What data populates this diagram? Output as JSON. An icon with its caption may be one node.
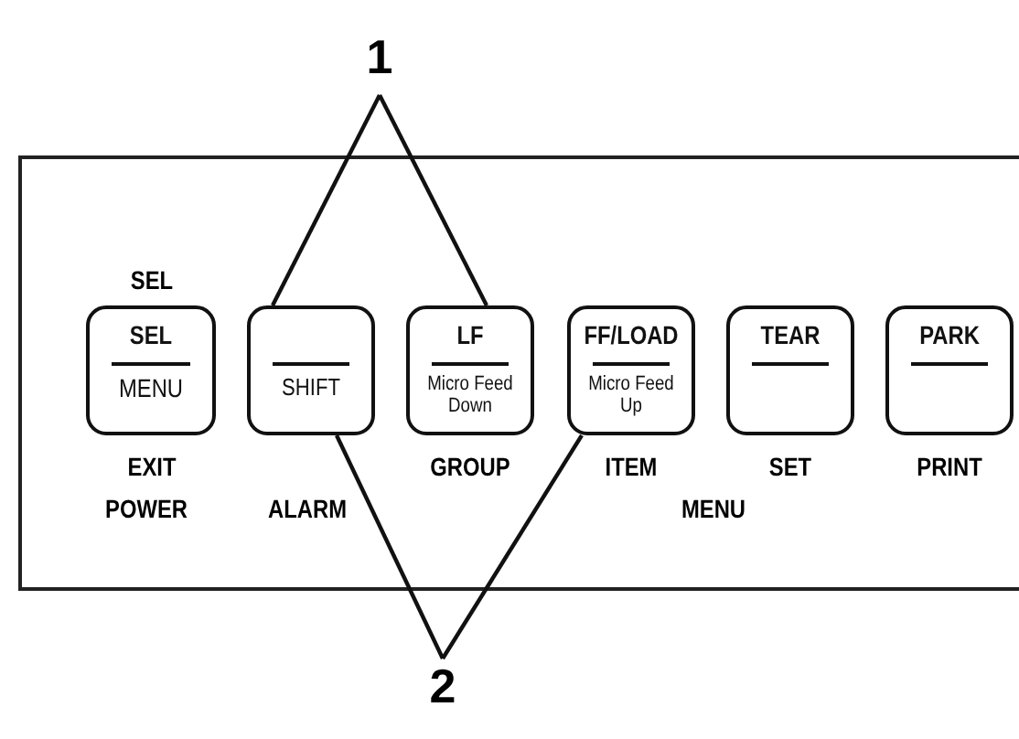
{
  "diagram": {
    "nodes": [
      {
        "text": [
          "1"
        ]
      },
      {
        "text": [
          "2"
        ]
      },
      {
        "text": [],
        "shape": "box"
      },
      {
        "text": [
          "SEL",
          "MENU"
        ],
        "in": 2,
        "beside": [
          "SEL",
          "EXIT"
        ]
      },
      {
        "text": [
          "SHIFT"
        ],
        "in": 2
      },
      {
        "text": [
          "LF",
          "Micro Feed Down"
        ],
        "in": 2,
        "beside": [
          "GROUP"
        ]
      },
      {
        "text": [
          "FF/LOAD",
          "Micro Feed Up"
        ],
        "in": 2,
        "beside": [
          "ITEM"
        ]
      },
      {
        "text": [
          "TEAR"
        ],
        "in": 2,
        "beside": [
          "SET"
        ]
      },
      {
        "text": [
          "PARK"
        ],
        "in": 2,
        "beside": [
          "PRINT"
        ]
      }
    ],
    "edges": [
      {
        "from": 0,
        "to": 4,
        "arrow": "none"
      },
      {
        "from": 0,
        "to": 5,
        "arrow": "none"
      },
      {
        "from": 1,
        "to": 4,
        "arrow": "none"
      },
      {
        "from": 1,
        "to": 6,
        "arrow": "none"
      }
    ],
    "labels": [
      "POWER",
      "ALARM",
      "MENU"
    ]
  }
}
